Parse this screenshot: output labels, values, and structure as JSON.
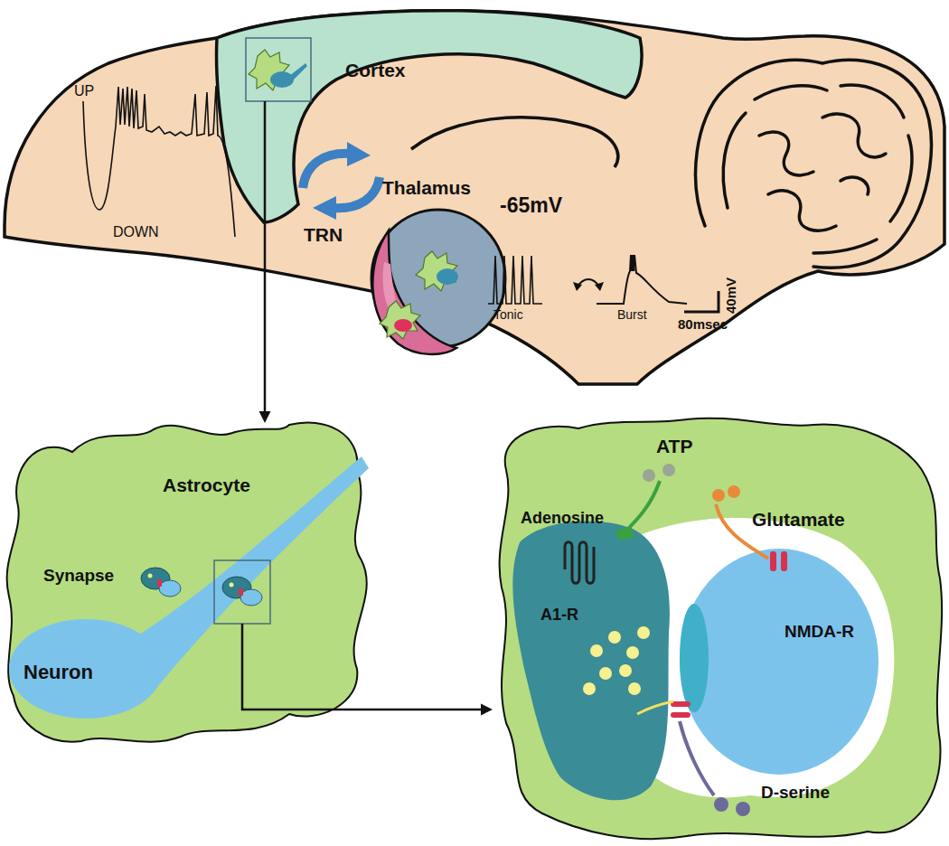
{
  "diagram": {
    "nodes": [
      {
        "text": [
          "Cortex"
        ]
      },
      {
        "text": [
          "Thalamus"
        ]
      },
      {
        "text": [
          "TRN"
        ]
      },
      {
        "text": [
          "Astrocyte",
          "Synapse"
        ]
      },
      {
        "text": [
          "Neuron"
        ],
        "in": 3
      },
      {
        "text": [
          "ATP",
          "Adenosine",
          "Glutamate",
          "D-serine"
        ]
      },
      {
        "text": [
          "A1-R"
        ],
        "in": 5
      }
    ],
    "edges": [
      {
        "from": 0,
        "to": 3,
        "arrow": "to"
      },
      {
        "from": 3,
        "to": 5,
        "arrow": "to"
      }
    ],
    "labels": [
      "UP",
      "DOWN",
      "-65mV",
      "Tonic",
      "Burst",
      "80msec",
      "40mV",
      "NMDA-R"
    ]
  }
}
